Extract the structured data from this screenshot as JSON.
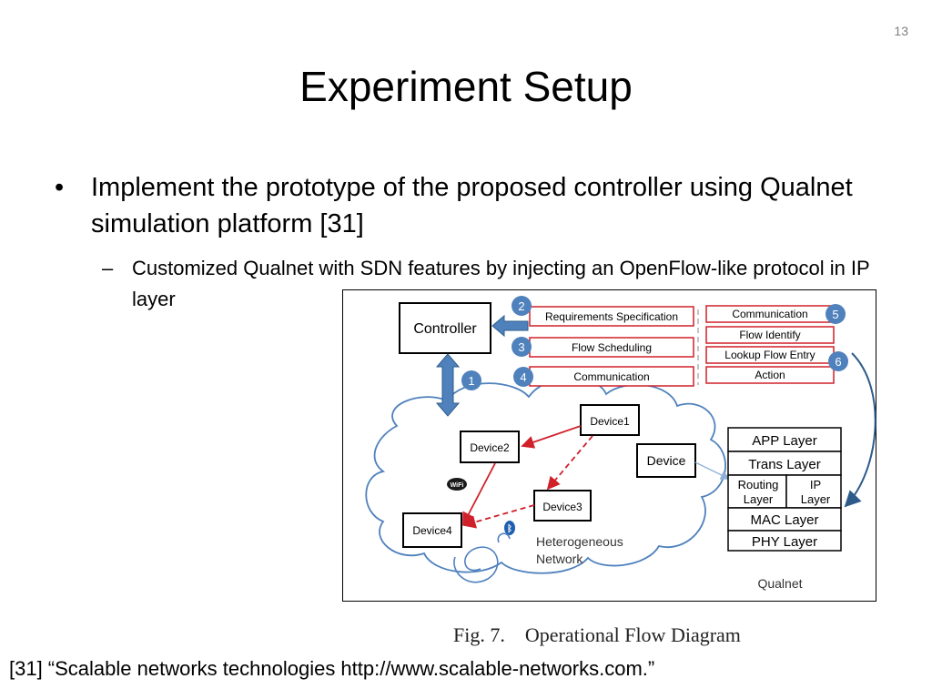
{
  "slide": {
    "number": "13",
    "title": "Experiment Setup",
    "bullet_main": "Implement the prototype of the proposed controller using Qualnet simulation platform [31]",
    "bullet_sub": "Customized Qualnet with SDN features by injecting an OpenFlow-like protocol in IP layer",
    "reference": "[31] “Scalable networks technologies http://www.scalable-networks.com.”"
  },
  "caption": {
    "fig_label": "Fig. 7.",
    "fig_title": "Operational Flow Diagram"
  },
  "diagram": {
    "controller": "Controller",
    "steps": [
      "1",
      "2",
      "3",
      "4",
      "5",
      "6"
    ],
    "left_boxes": [
      "Requirements Specification",
      "Flow Scheduling",
      "Communication"
    ],
    "right_boxes": [
      "Communication",
      "Flow Identify",
      "Lookup Flow Entry",
      "Action"
    ],
    "devices": [
      "Device1",
      "Device2",
      "Device3",
      "Device4",
      "Device"
    ],
    "network_label_1": "Heterogeneous",
    "network_label_2": "Network",
    "layers": {
      "app": "APP Layer",
      "trans": "Trans Layer",
      "routing_1": "Routing",
      "routing_2": "Layer",
      "ip_1": "IP",
      "ip_2": "Layer",
      "mac": "MAC Layer",
      "phy": "PHY Layer"
    },
    "qualnet_label": "Qualnet",
    "wifi_label": "WiFi",
    "bluetooth_label": "ᛒ",
    "colors": {
      "red": "#d0202a",
      "blue": "#4f81bd",
      "dark_blue": "#2e5c8a"
    }
  }
}
